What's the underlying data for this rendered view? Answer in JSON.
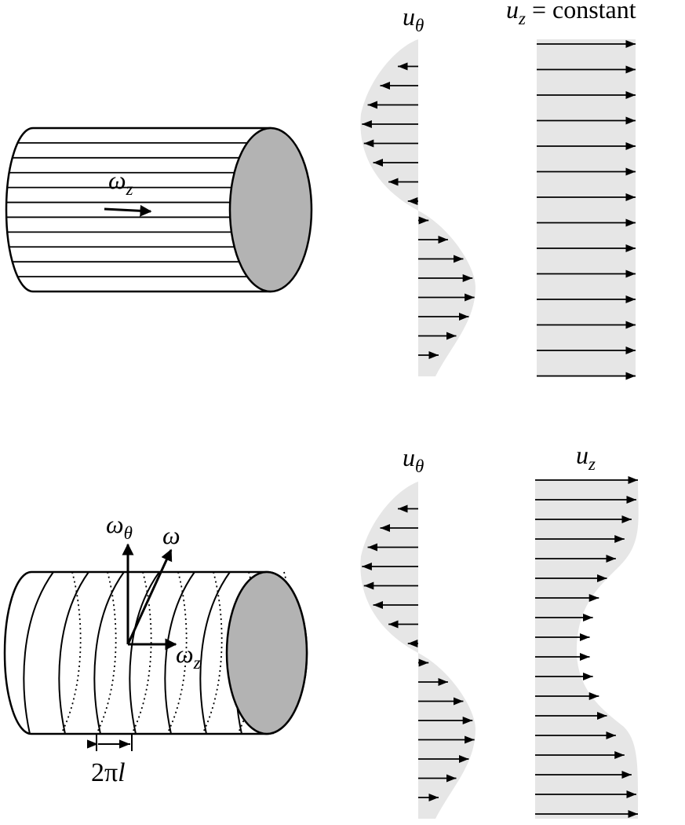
{
  "top": {
    "vorticity_label": "ω",
    "vorticity_sub": "z",
    "u_theta_label": "u",
    "u_theta_sub": "θ",
    "u_z_label": "u",
    "u_z_sub": "z",
    "u_z_suffix": " = constant"
  },
  "bottom": {
    "omega_theta_label": "ω",
    "omega_theta_sub": "θ",
    "omega_label": "ω",
    "omega_z_label": "ω",
    "omega_z_sub": "z",
    "pitch_label_prefix": "2π",
    "pitch_label_var": "l",
    "u_theta_label": "u",
    "u_theta_sub": "θ",
    "u_z_label": "u",
    "u_z_sub": "z"
  },
  "colors": {
    "profile_fill": "#e6e6e6",
    "end_cap": "#b3b3b3",
    "ink": "#000000"
  }
}
